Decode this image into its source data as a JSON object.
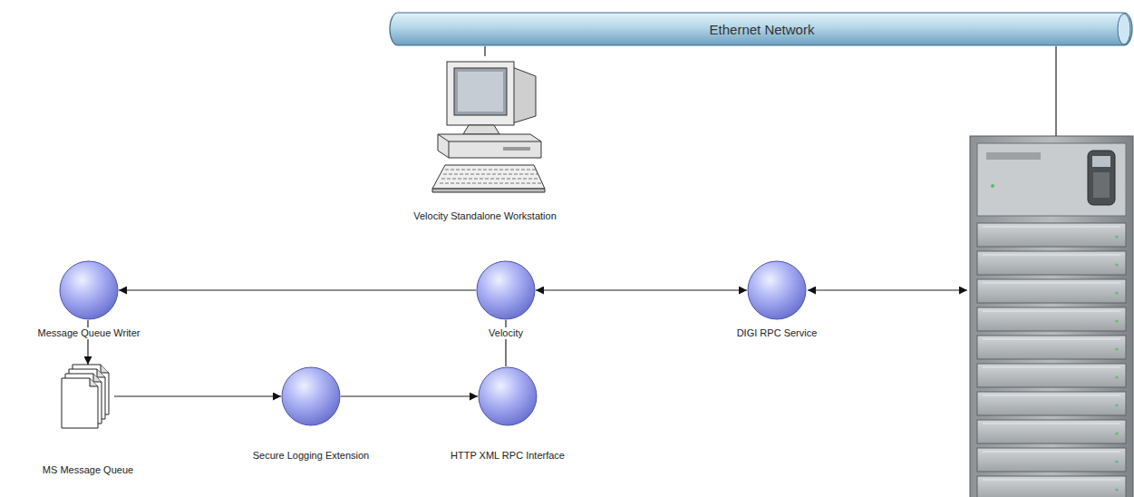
{
  "diagram": {
    "nodes": [
      {
        "text": [
          "Ethernet Network"
        ]
      },
      {
        "text": [
          "Velocity Standalone Workstation"
        ]
      },
      {
        "text": [
          "Message Queue Writer"
        ]
      },
      {
        "text": [
          "Velocity"
        ]
      },
      {
        "text": [
          "DIGI RPC Service"
        ]
      },
      {
        "text": [
          "MS Message Queue"
        ]
      },
      {
        "text": [
          "Secure Logging Extension"
        ]
      },
      {
        "text": [
          "HTTP XML RPC Interface"
        ]
      }
    ],
    "edges": [
      {
        "from": 0,
        "to": 1,
        "arrow": "none"
      },
      {
        "from": 3,
        "to": 2,
        "arrow": "to"
      },
      {
        "from": 3,
        "to": 4,
        "arrow": "both"
      },
      {
        "from": 2,
        "to": 5,
        "arrow": "to"
      },
      {
        "from": 5,
        "to": 6,
        "arrow": "to"
      },
      {
        "from": 6,
        "to": 7,
        "arrow": "to"
      },
      {
        "from": 7,
        "to": 3,
        "arrow": "none"
      }
    ]
  }
}
